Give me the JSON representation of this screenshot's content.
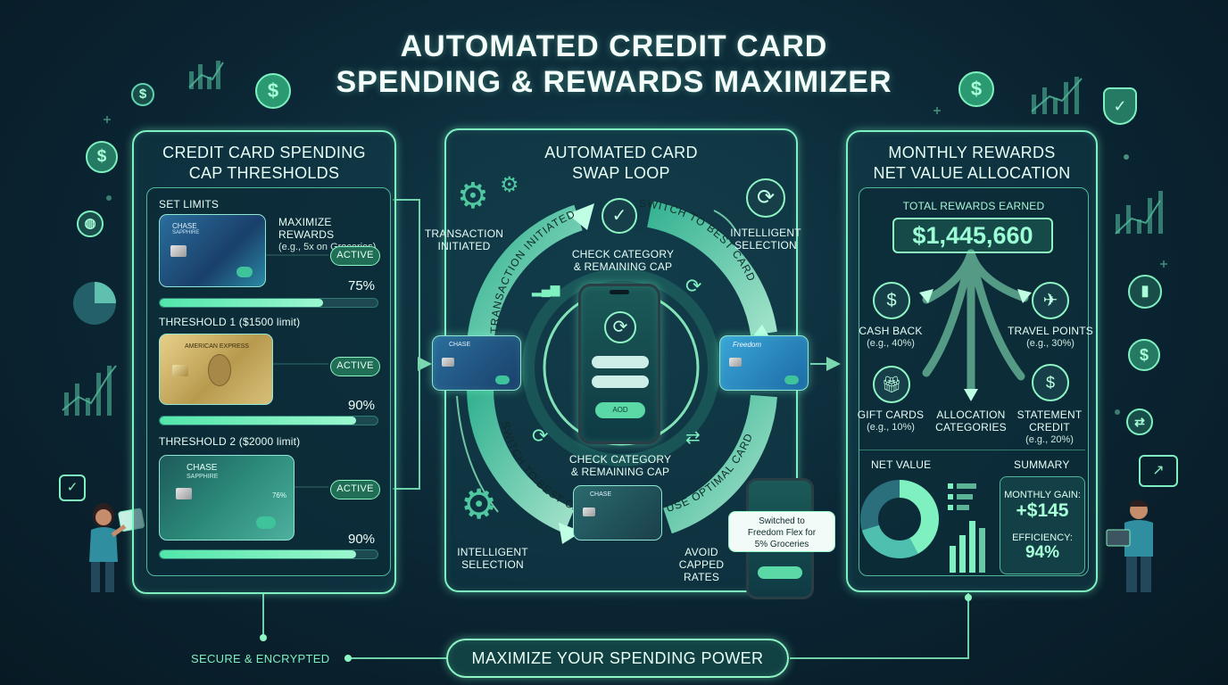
{
  "title": {
    "line1": "AUTOMATED CREDIT CARD",
    "line2": "SPENDING & REWARDS MAXIMIZER"
  },
  "left_panel": {
    "title_line1": "CREDIT CARD SPENDING",
    "title_line2": "CAP THRESHOLDS",
    "set_limits": "SET LIMITS",
    "maximize_rewards": "MAXIMIZE REWARDS",
    "maximize_example": "(e.g., 5x on Groceries)",
    "rows": [
      {
        "active": "ACTIVE",
        "pct_label": "75%",
        "pct": 0.75,
        "card_brand": "CHASE",
        "card_name": "SAPPHIRE"
      },
      {
        "threshold": "THRESHOLD 1 ($1500 limit)",
        "active": "ACTIVE",
        "pct_label": "90%",
        "pct": 0.9,
        "card_brand": "AMERICAN EXPRESS"
      },
      {
        "threshold": "THRESHOLD 2 ($2000 limit)",
        "active": "ACTIVE",
        "pct_label": "90%",
        "pct": 0.9,
        "card_brand": "CHASE",
        "card_name": "SAPPHIRE",
        "card_pct": "76%"
      }
    ]
  },
  "center_panel": {
    "title_line1": "AUTOMATED CARD",
    "title_line2": "SWAP LOOP",
    "transaction_initiated_line1": "TRANSACTION",
    "transaction_initiated_line2": "INITIATED",
    "arc_top_left": "TRANSACTION INITIATED",
    "arc_top_right": "SWITCH TO BEST CARD",
    "arc_bottom_left": "SWITCH TO BEST CARD",
    "arc_bottom_right": "USE OPTIMAL CARD",
    "check_top_line1": "CHECK CATEGORY",
    "check_top_line2": "& REMAINING CAP",
    "intelligent_top_line1": "INTELLIGENT",
    "intelligent_top_line2": "SELECTION",
    "check_bottom_line1": "CHECK CATEGORY",
    "check_bottom_line2": "& REMAINING CAP",
    "intelligent_bottom_line1": "INTELLIGENT",
    "intelligent_bottom_line2": "SELECTION",
    "avoid_line1": "AVOID",
    "avoid_line2": "CAPPED",
    "avoid_line3": "RATES",
    "phone_button": "AOD",
    "toast_line1": "Switched to",
    "toast_line2": "Freedom Flex for",
    "toast_line3": "5% Groceries",
    "card_left_brand": "CHASE",
    "card_right_brand": "Freedom",
    "card_bottom_brand": "CHASE"
  },
  "right_panel": {
    "title_line1": "MONTHLY REWARDS",
    "title_line2": "NET VALUE ALLOCATION",
    "total_label": "TOTAL REWARDS EARNED",
    "total_value": "$1,445,660",
    "cash_back": "CASH BACK",
    "cash_back_pct": "(e.g., 40%)",
    "travel_points": "TRAVEL POINTS",
    "travel_points_pct": "(e.g., 30%)",
    "gift_cards": "GIFT CARDS",
    "gift_cards_pct": "(e.g., 10%)",
    "allocation_line1": "ALLOCATION",
    "allocation_line2": "CATEGORIES",
    "statement_line1": "STATEMENT",
    "statement_line2": "CREDIT",
    "statement_pct": "(e.g., 20%)",
    "net_value": "NET VALUE",
    "summary": "SUMMARY",
    "monthly_gain_label": "MONTHLY GAIN:",
    "monthly_gain_value": "+$145",
    "efficiency_label": "EFFICIENCY:",
    "efficiency_value": "94%"
  },
  "footer": {
    "secure": "SECURE & ENCRYPTED",
    "cta": "MAXIMIZE YOUR SPENDING POWER"
  },
  "colors": {
    "accent": "#7ff0c0",
    "background": "#0b2533",
    "panel_border": "#7ff0c0"
  }
}
